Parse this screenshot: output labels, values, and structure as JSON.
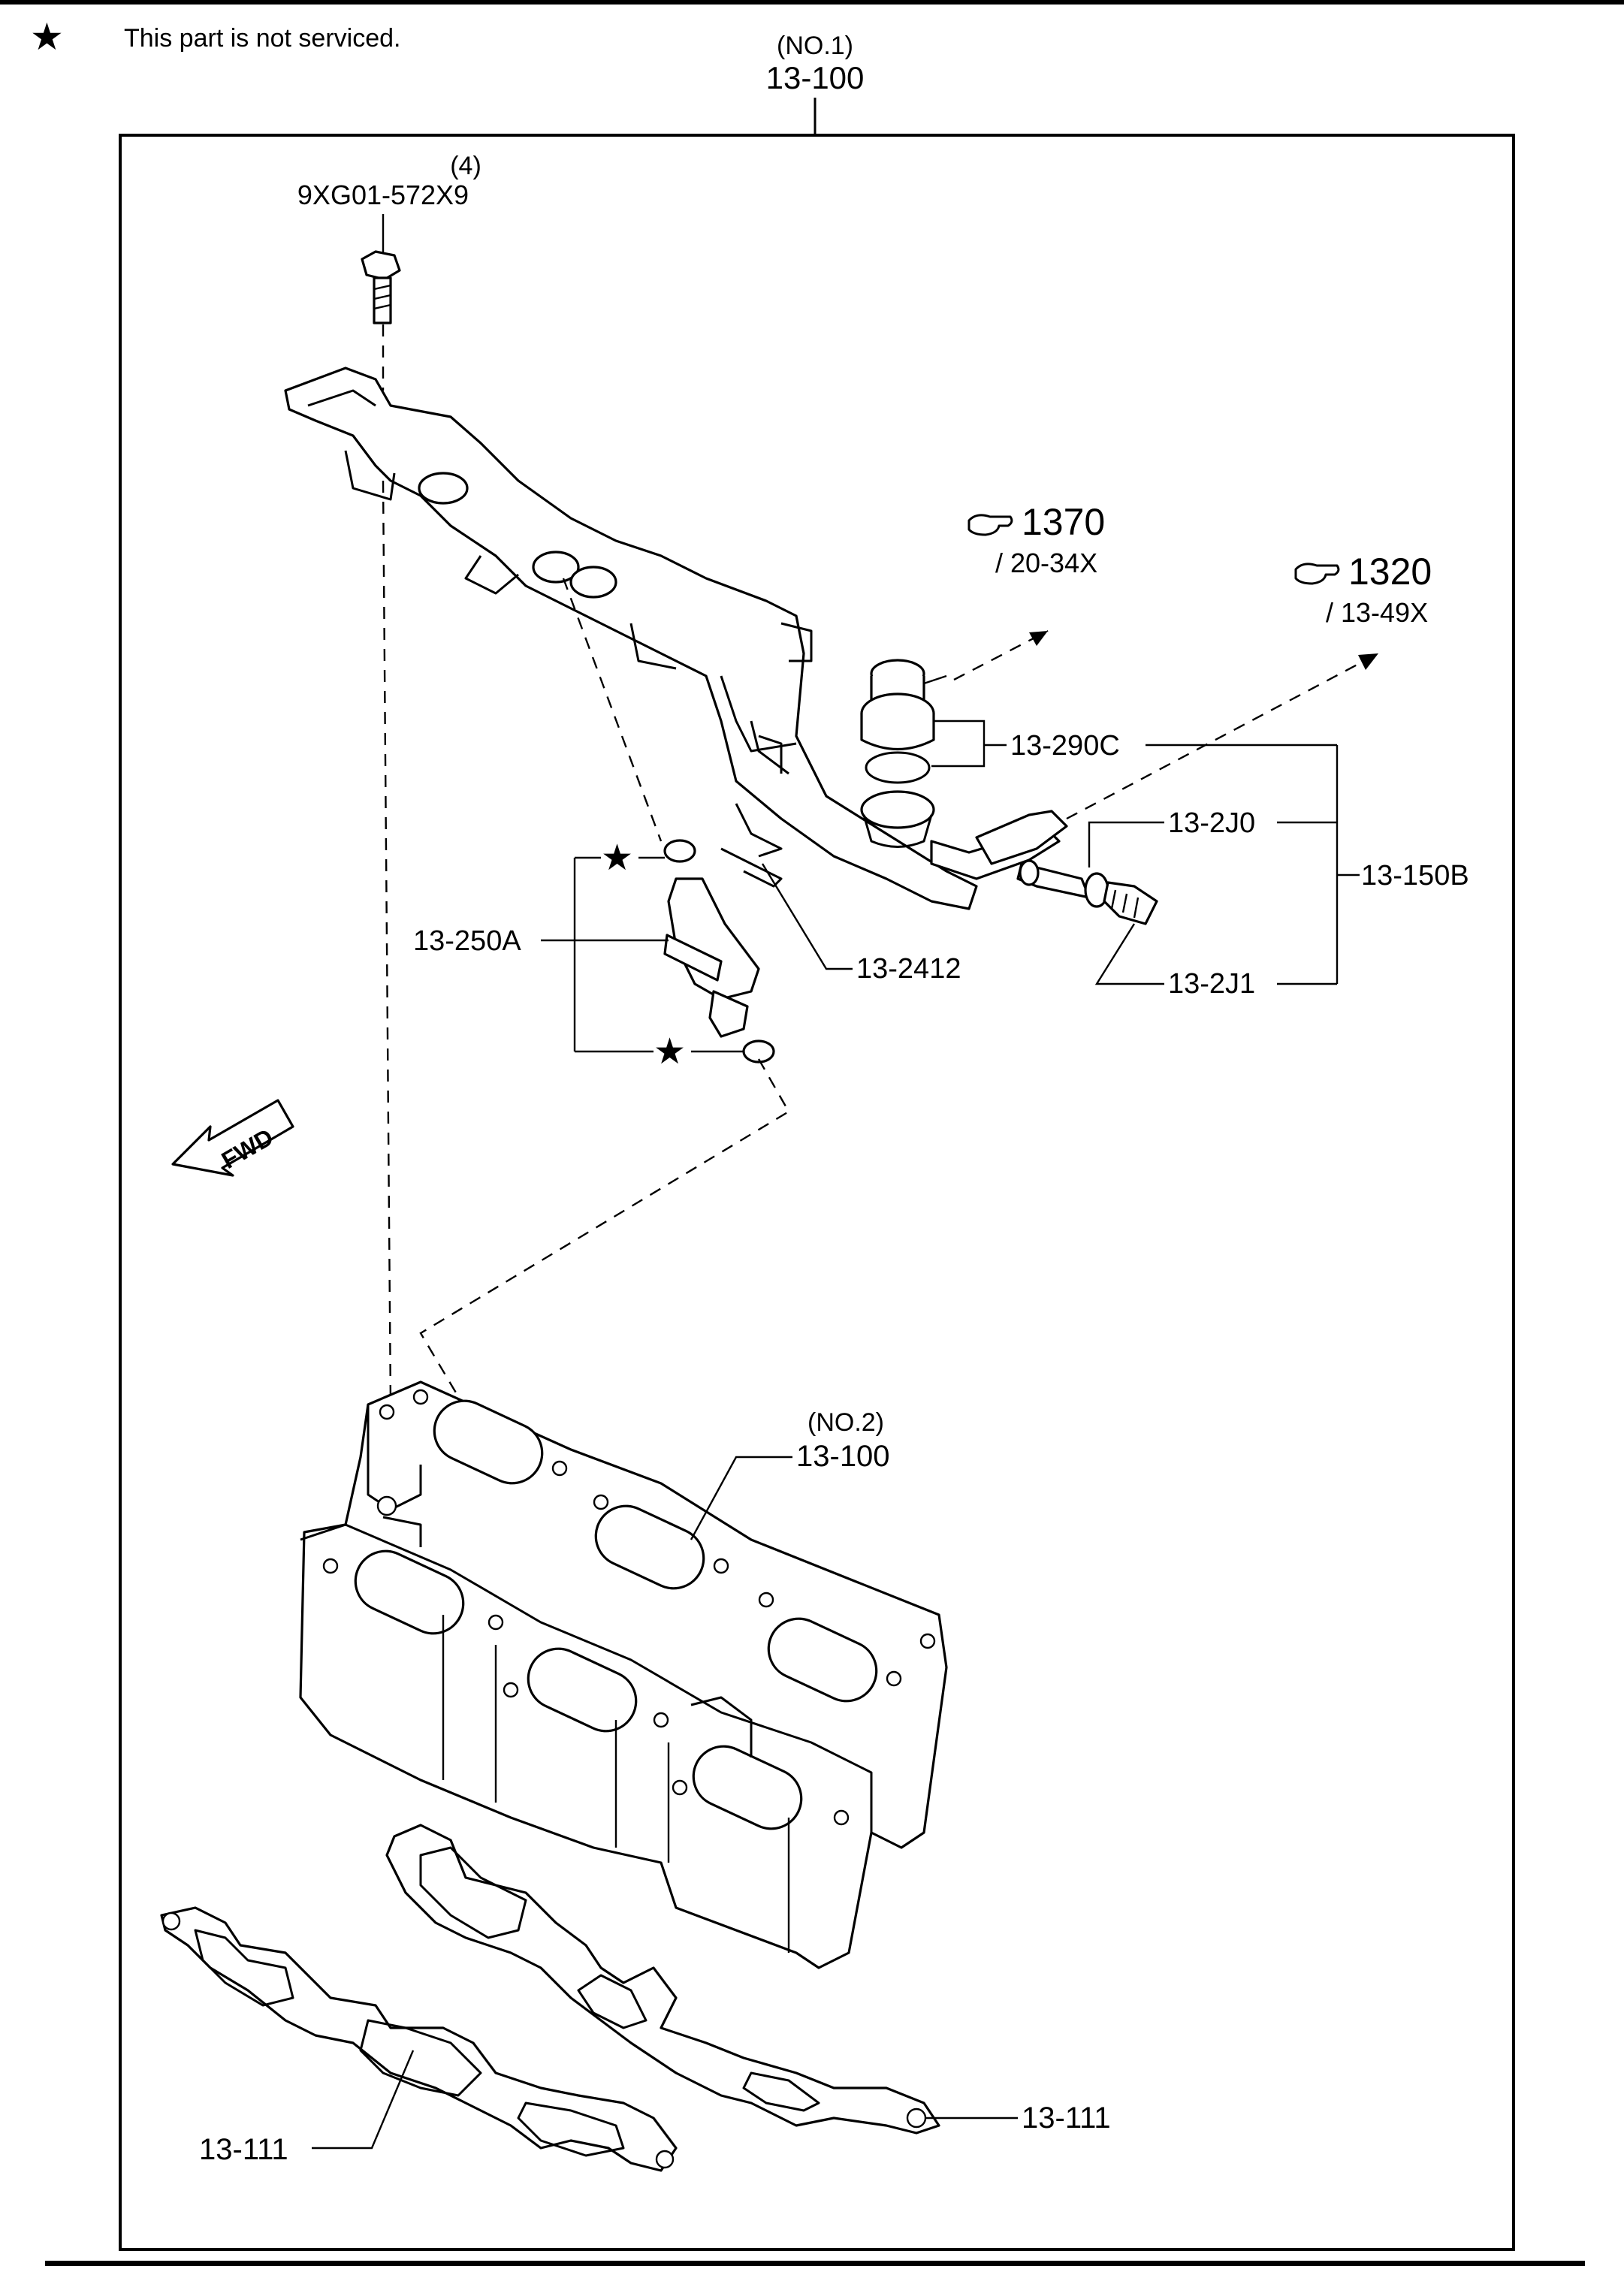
{
  "note": {
    "star": "★",
    "text": "This part is not serviced."
  },
  "header": {
    "sub": "(NO.1)",
    "code": "13-100"
  },
  "bolt": {
    "qty": "(4)",
    "part": "9XG01-572X9"
  },
  "refs": [
    {
      "num": "1370",
      "sub": "/ 20-34X"
    },
    {
      "num": "1320",
      "sub": "/ 13-49X"
    }
  ],
  "callouts": {
    "c290": "13-290C",
    "c2j0": "13-2J0",
    "c150": "13-150B",
    "c2j1": "13-2J1",
    "c250": "13-250A",
    "c2412": "13-2412",
    "star": "★",
    "no2": "(NO.2)",
    "no2code": "13-100",
    "gasket_right": "13-111",
    "gasket_left": "13-111"
  },
  "fwd": "FWD"
}
